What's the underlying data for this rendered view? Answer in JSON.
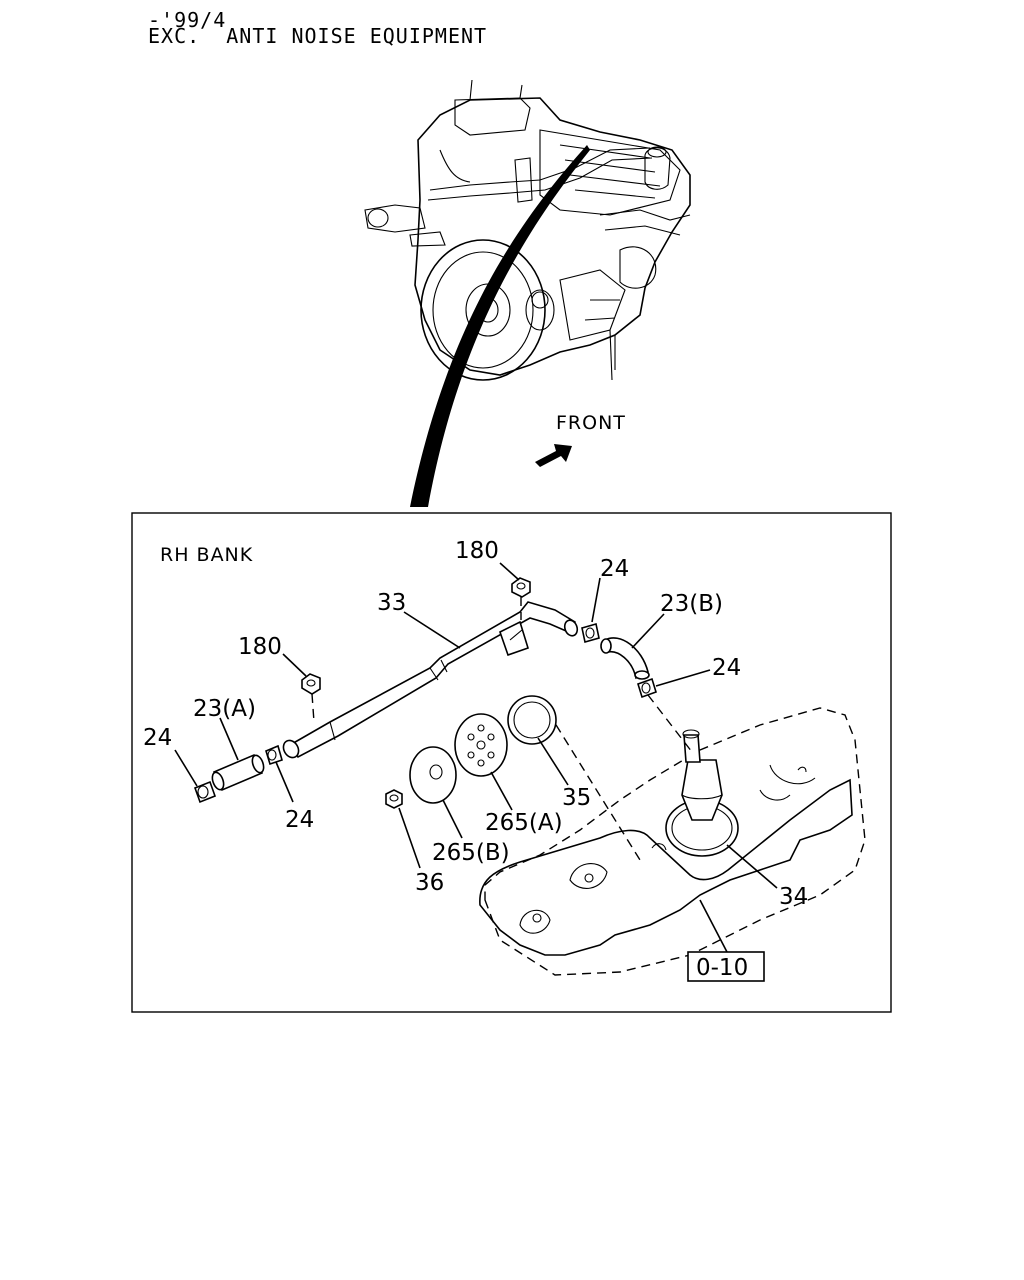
{
  "header": {
    "line1": "-'99/4",
    "line2": "EXC.  ANTI NOISE EQUIPMENT"
  },
  "front_label": "FRONT",
  "detail": {
    "bank_label": "RH BANK",
    "ref_box": "0-10",
    "callouts": {
      "c180_top": "180",
      "c180_left": "180",
      "c33": "33",
      "c24_top": "24",
      "c23b": "23(B)",
      "c24_right": "24",
      "c23a": "23(A)",
      "c24_left": "24",
      "c24_mid": "24",
      "c35": "35",
      "c265a": "265(A)",
      "c265b": "265(B)",
      "c36": "36",
      "c34": "34"
    }
  }
}
